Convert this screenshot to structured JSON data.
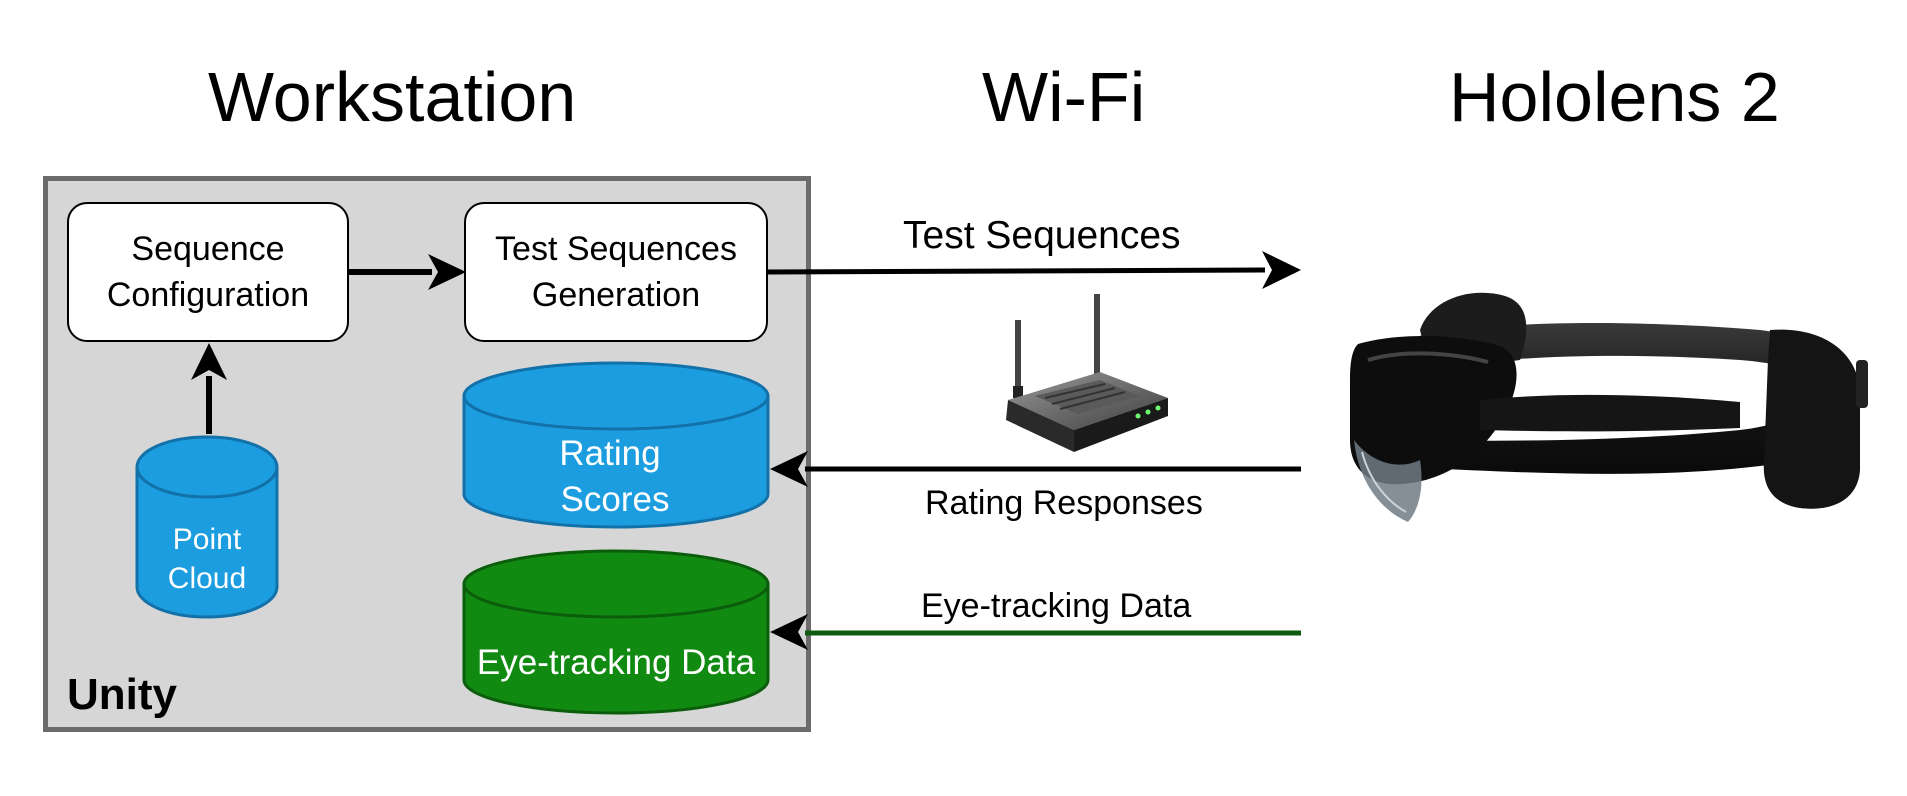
{
  "headings": {
    "workstation": "Workstation",
    "wifi": "Wi-Fi",
    "hololens": "Hololens 2"
  },
  "boxes": {
    "sequence_configuration": "Sequence\nConfiguration",
    "test_sequences_generation": "Test Sequences\nGeneration"
  },
  "databases": {
    "point_cloud": [
      "Point",
      "Cloud"
    ],
    "rating_scores": [
      "Rating",
      "Scores"
    ],
    "eye_tracking_data": "Eye-tracking Data"
  },
  "container_label": "Unity",
  "edges": {
    "test_sequences": "Test Sequences",
    "rating_responses": "Rating Responses",
    "eye_tracking_data": "Eye-tracking Data"
  },
  "icons": {
    "router": "wifi-router-icon",
    "headset": "hololens-headset-icon"
  },
  "colors": {
    "blue_db": "#1c9de0",
    "green_db": "#118a11",
    "green_arrow": "#0e5a0e",
    "container_bg": "#d6d6d6",
    "container_border": "#6b6b6b"
  }
}
